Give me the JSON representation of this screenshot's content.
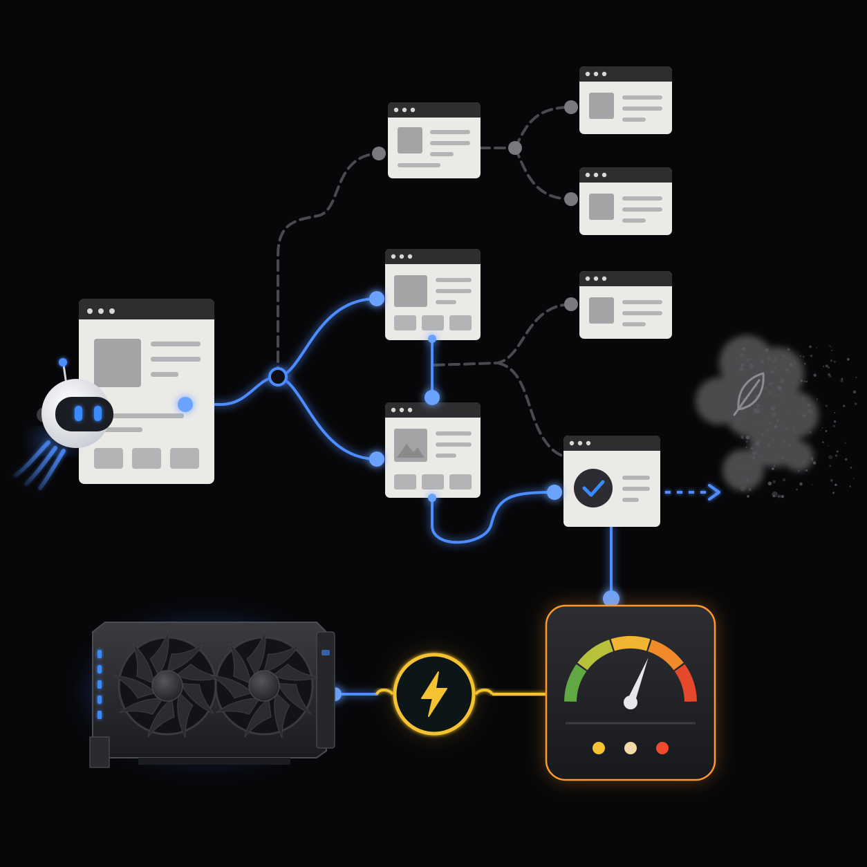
{
  "theme": {
    "background": "#070709",
    "window_body": "#eceae6",
    "window_titlebar": "#2e2e31",
    "window_dots": "#d8d8d8",
    "placeholder_block": "#a4a4a6",
    "placeholder_line": "#b4b4b6",
    "active_link": "#4d8dff",
    "inactive_link": "#4a4a4e",
    "power_link": "#f5c332",
    "gauge_glow": "#ff9a2a",
    "smoke": "#4b4b4e"
  },
  "agent": {
    "icon": "robot-icon",
    "eye_color": "#3a8bff"
  },
  "start_page": {
    "icon": "browser-window-icon"
  },
  "branch_junction": {
    "icon": "hollow-junction-node-icon"
  },
  "explored_pages": {
    "active": [
      {
        "id": "result-page",
        "icon": "browser-window-icon"
      },
      {
        "id": "image-page",
        "icon": "image-placeholder-icon"
      }
    ],
    "abandoned": [
      {
        "id": "dead-end-upper",
        "icon": "browser-window-icon"
      },
      {
        "id": "dead-end-top-right",
        "icon": "browser-window-icon"
      },
      {
        "id": "dead-end-mid-right",
        "icon": "browser-window-icon"
      },
      {
        "id": "dead-end-lower-right",
        "icon": "browser-window-icon"
      }
    ]
  },
  "goal_page": {
    "icon": "checkmark-circle-icon",
    "check_color": "#3a8bff"
  },
  "output": {
    "icon": "dotted-arrow-right-icon",
    "destination_icon": "leaf-icon",
    "destination": "emission-cloud-icon"
  },
  "hardware": {
    "icon": "gpu-card-icon",
    "fan_count": 2,
    "led_color": "#3a8bff"
  },
  "power": {
    "icon": "lightning-bolt-icon",
    "color": "#f5c332"
  },
  "meter": {
    "icon": "speedometer-gauge-icon",
    "needle_level": 0.62,
    "arc_colors": [
      "#5fa844",
      "#b7c23a",
      "#f0b531",
      "#f08a2a",
      "#e5482a"
    ],
    "indicator_lights": [
      "#f5c332",
      "#f3d9a8",
      "#ef4a2b"
    ]
  }
}
